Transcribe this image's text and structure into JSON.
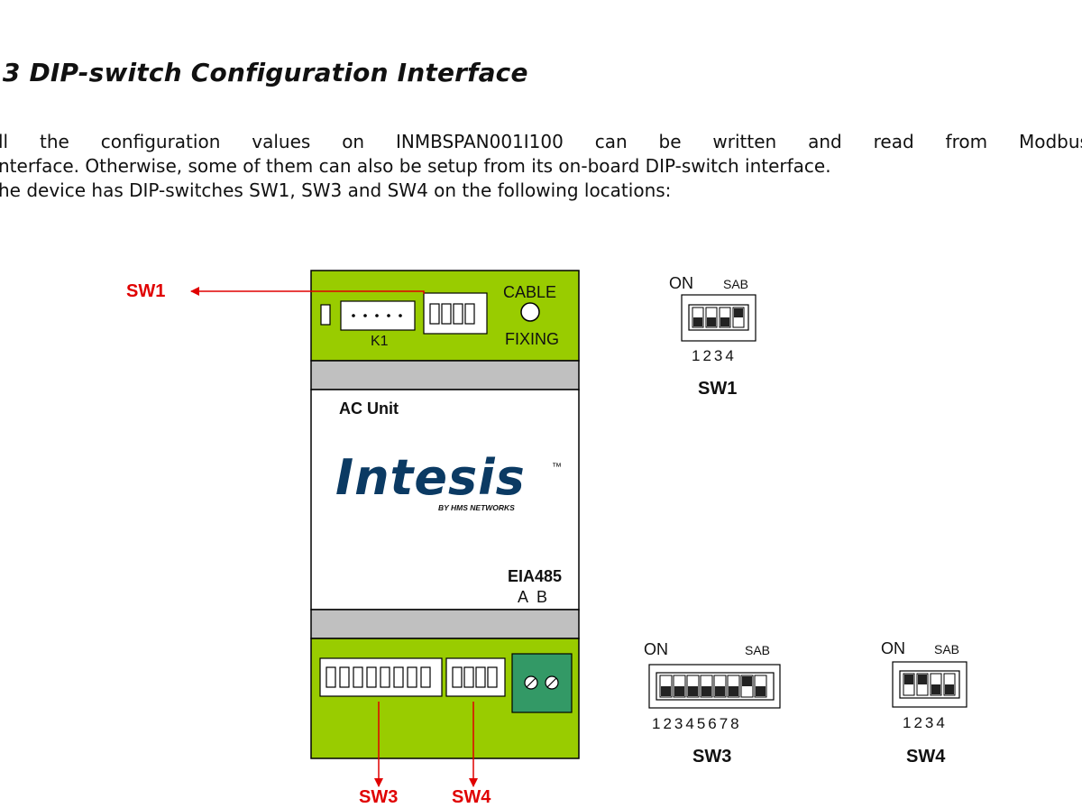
{
  "heading": ".3 DIP-switch Configuration Interface",
  "paragraph": {
    "line1_words": [
      "ll",
      "the",
      "configuration",
      "values",
      "on",
      "INMBSPAN001I100",
      "can",
      "be",
      "written",
      "and",
      "read",
      "from",
      "Modbus"
    ],
    "line2": "nterface. Otherwise, some of them can also be setup from its on-board DIP-switch interface.",
    "line3": "he device has DIP-switches SW1, SW3 and SW4 on the following locations:"
  },
  "device": {
    "k1_label": "K1",
    "cable_label": "CABLE",
    "fixing_label": "FIXING",
    "ac_unit_label": "AC Unit",
    "logo_text": "Intesis",
    "logo_tm": "™",
    "logo_sub": "BY HMS NETWORKS",
    "eia_label": "EIA485",
    "ab_label": "A  B"
  },
  "callouts": {
    "sw1": "SW1",
    "sw3": "SW3",
    "sw4": "SW4"
  },
  "switches": {
    "sw1": {
      "on": "ON",
      "sab": "SAB",
      "numbers": "1234",
      "title": "SW1"
    },
    "sw3": {
      "on": "ON",
      "sab": "SAB",
      "numbers": "12345678",
      "title": "SW3"
    },
    "sw4": {
      "on": "ON",
      "sab": "SAB",
      "numbers": "1234",
      "title": "SW4"
    }
  },
  "colors": {
    "board_green": "#99cc00",
    "strip_grey": "#c0c0c0",
    "terminal_green": "#339966",
    "callout_red": "#e00000",
    "logo_blue": "#0b3a63"
  }
}
